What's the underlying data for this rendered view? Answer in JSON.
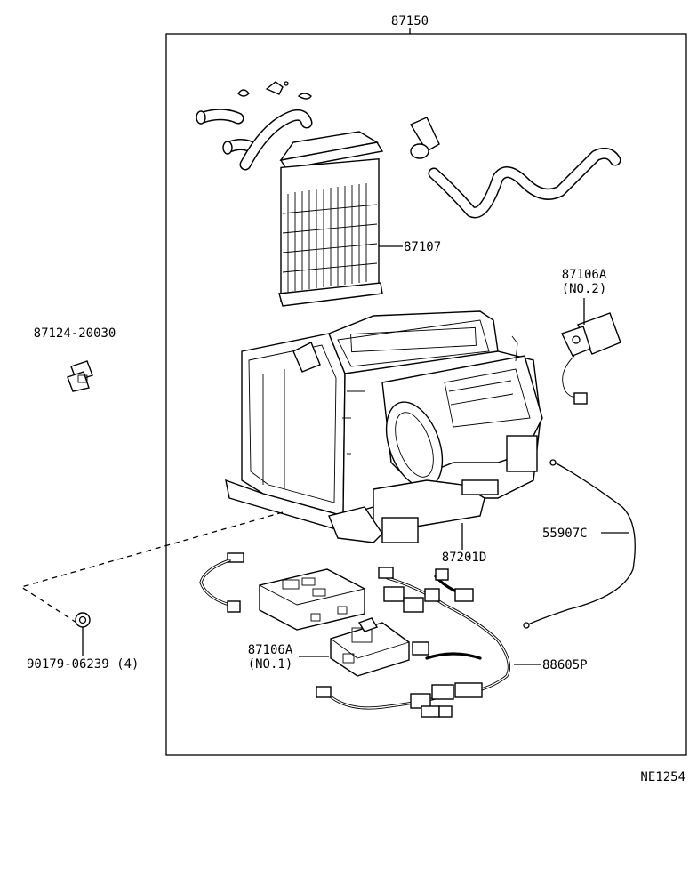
{
  "labels": {
    "assembly": "87150",
    "heater_core": "87107",
    "servo_no2_part": "87106A",
    "servo_no2_note": "(NO.2)",
    "clip": "87124-20030",
    "blower": "87201D",
    "cable": "55907C",
    "screw": "90179-06239 (4)",
    "servo_no1_part": "87106A",
    "servo_no1_note": "(NO.1)",
    "harness": "88605P",
    "diagram_id": "NE1254"
  }
}
